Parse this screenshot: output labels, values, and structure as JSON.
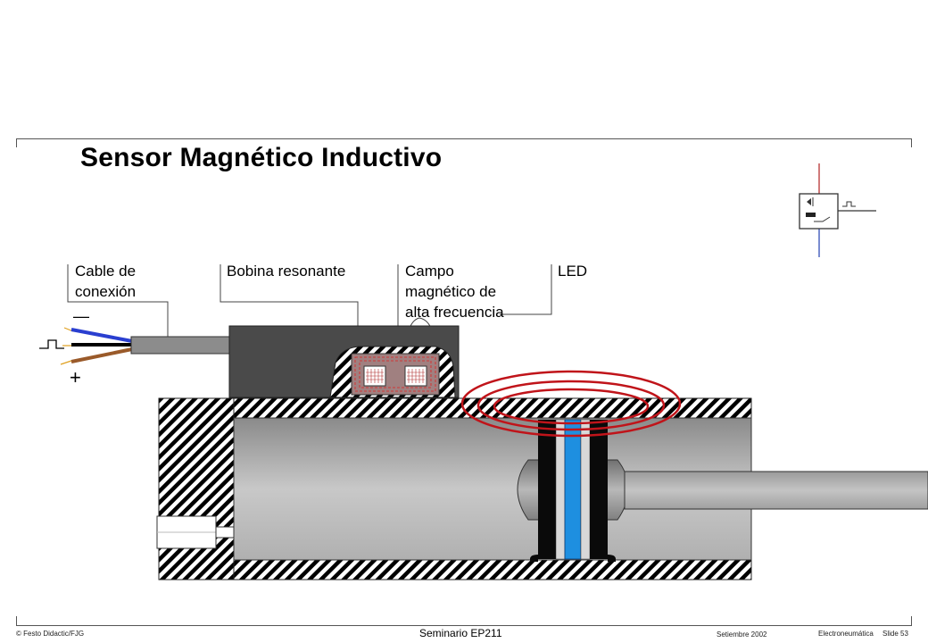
{
  "slide": {
    "title": "Sensor Magnético Inductivo"
  },
  "labels": {
    "cable_line1": "Cable de",
    "cable_line2": "conexión",
    "coil": "Bobina resonante",
    "field_line1": "Campo",
    "field_line2": "magnético de",
    "field_line3": "alta frecuencia",
    "led": "LED"
  },
  "wiring": {
    "minus_sign": "—",
    "plus_sign": "+"
  },
  "footer": {
    "copyright": "© Festo Didactic/FJG",
    "seminar": "Seminario EP211",
    "date": "Setiembre 2002",
    "course": "Electroneumática",
    "slide": "Slide 53"
  },
  "colors": {
    "field_rings": "#c0141a",
    "blue_wire": "#2a3fd0",
    "brown_wire": "#9a5a2a",
    "magnet_blue": "#1e8fe0",
    "sensor_body": "#4a4a4a"
  }
}
